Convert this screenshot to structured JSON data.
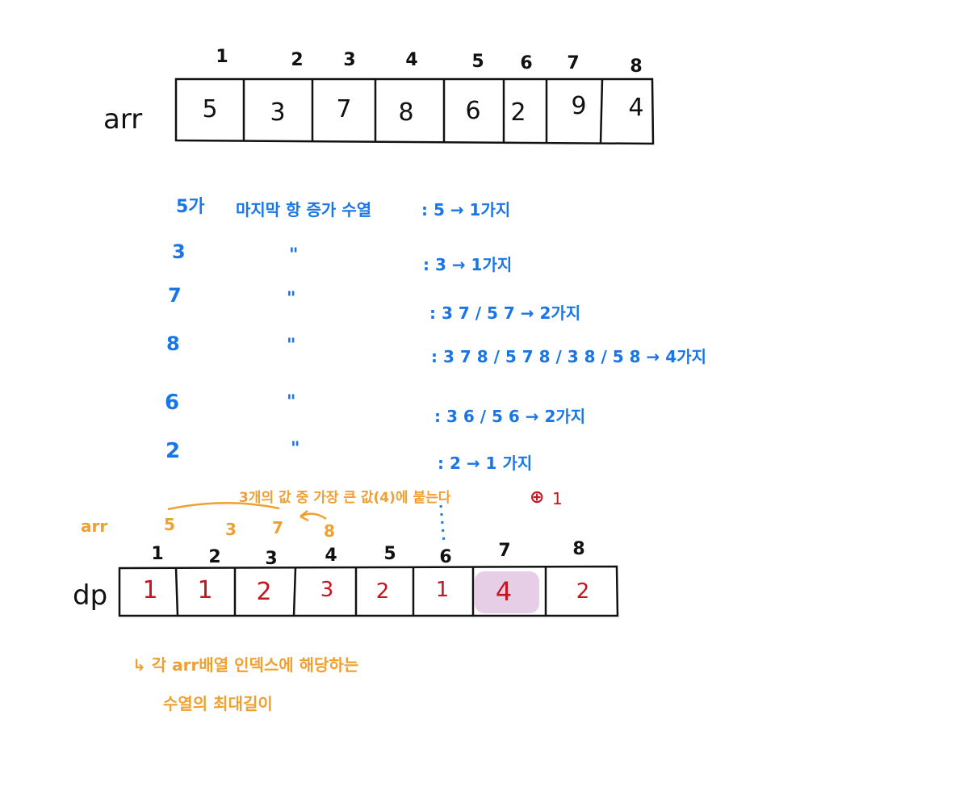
{
  "arr_table": {
    "label": "arr",
    "indices": [
      "1",
      "2",
      "3",
      "4",
      "5",
      "6",
      "7",
      "8"
    ],
    "values": [
      "5",
      "3",
      "7",
      "8",
      "6",
      "2",
      "9",
      "4"
    ]
  },
  "lines": [
    {
      "value": "5가",
      "ditto": "마지막 항 증가 수열",
      "desc": ": 5 → 1가지"
    },
    {
      "value": "3",
      "ditto": "\"",
      "desc": ": 3 → 1가지"
    },
    {
      "value": "7",
      "ditto": "\"",
      "desc": ": 3 7 / 5 7 → 2가지"
    },
    {
      "value": "8",
      "ditto": "\"",
      "desc": ": 3 7 8 / 5 7 8 / 3 8 / 5 8 → 4가지"
    },
    {
      "value": "6",
      "ditto": "\"",
      "desc": ": 3 6 / 5 6 → 2가지"
    },
    {
      "value": "2",
      "ditto": "\"",
      "desc": ": 2 → 1 가지"
    }
  ],
  "annotation": {
    "text": "3개의 값 중 가장 큰 값(4)에 붙는다",
    "plus": "⊕",
    "one": "1"
  },
  "small_arr": {
    "label": "arr",
    "values": [
      "5",
      "3",
      "7",
      "8"
    ]
  },
  "dp_table": {
    "label": "dp",
    "indices": [
      "1",
      "2",
      "3",
      "4",
      "5",
      "6",
      "7",
      "8"
    ],
    "values": [
      "1",
      "1",
      "2",
      "3",
      "2",
      "1",
      "4",
      "2"
    ],
    "highlight_index": 6
  },
  "footer": {
    "line1": "↳ 각 arr배열 인덱스에 해당하는",
    "line2": "수열의 최대길이"
  },
  "colors": {
    "blue": "#1976e6",
    "orange": "#f0a030",
    "red": "#c41620",
    "highlight": "#e6cfe6"
  }
}
